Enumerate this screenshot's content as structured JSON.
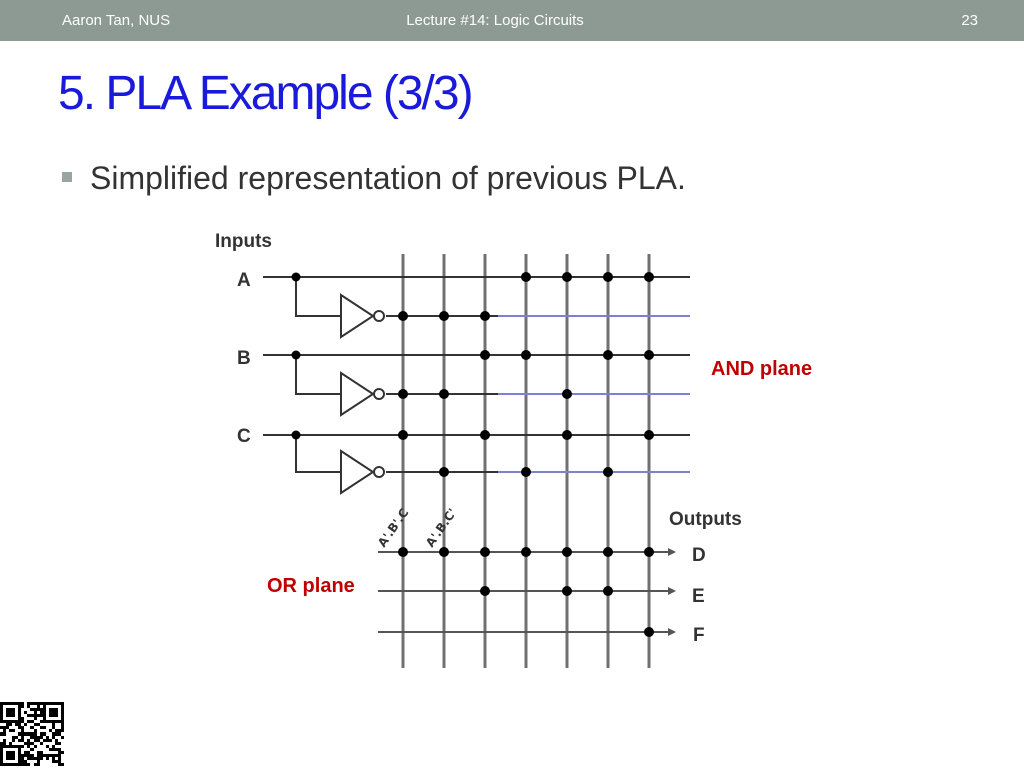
{
  "header": {
    "author": "Aaron Tan, NUS",
    "lecture": "Lecture #14: Logic Circuits",
    "page_number": "23"
  },
  "title": "5. PLA Example (3/3)",
  "bullet": "Simplified representation of previous PLA.",
  "diagram": {
    "inputs_label": "Inputs",
    "input_names": [
      "A",
      "B",
      "C"
    ],
    "and_plane_label": "AND plane",
    "outputs_label": "Outputs",
    "output_names": [
      "D",
      "E",
      "F"
    ],
    "or_plane_label": "OR plane",
    "product_term_labels": [
      "A'.B'.C",
      "A'.B.C'"
    ],
    "accent_color": "#c00000",
    "complement_line_color": "#8080d0",
    "and_connections": [
      [
        0,
        0,
        0,
        1,
        1,
        1,
        1
      ],
      [
        1,
        1,
        1,
        0,
        0,
        0,
        0
      ],
      [
        0,
        0,
        1,
        1,
        0,
        1,
        1
      ],
      [
        1,
        1,
        0,
        0,
        1,
        0,
        0
      ],
      [
        1,
        0,
        1,
        0,
        1,
        0,
        1
      ],
      [
        0,
        1,
        0,
        1,
        0,
        1,
        0
      ]
    ],
    "or_connections": [
      [
        1,
        1,
        1,
        1,
        1,
        1,
        1
      ],
      [
        0,
        0,
        1,
        0,
        1,
        1,
        0
      ],
      [
        0,
        0,
        0,
        0,
        0,
        0,
        1
      ]
    ]
  }
}
